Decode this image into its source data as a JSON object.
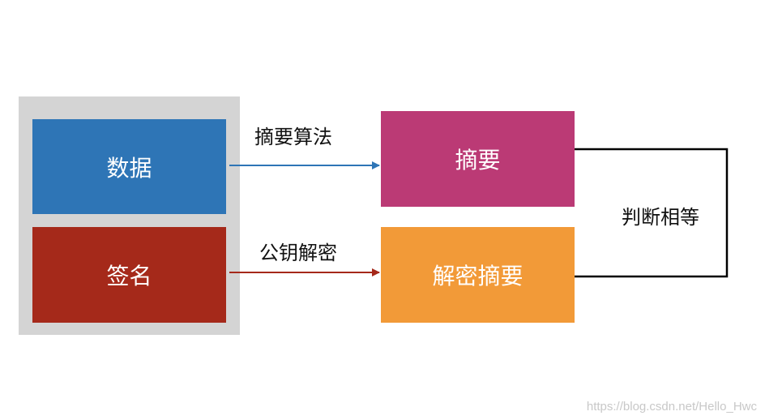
{
  "nodes": {
    "data": {
      "label": "数据",
      "color": "#2e75b6"
    },
    "signature": {
      "label": "签名",
      "color": "#a5291a"
    },
    "digest": {
      "label": "摘要",
      "color": "#bb3a75"
    },
    "decrypted_digest": {
      "label": "解密摘要",
      "color": "#f29a38"
    }
  },
  "edges": {
    "hash_algorithm": {
      "label": "摘要算法",
      "color": "#2e75b6"
    },
    "public_key_decrypt": {
      "label": "公钥解密",
      "color": "#a5291a"
    },
    "compare": {
      "label": "判断相等",
      "color": "#000000"
    }
  },
  "watermark": "https://blog.csdn.net/Hello_Hwc"
}
